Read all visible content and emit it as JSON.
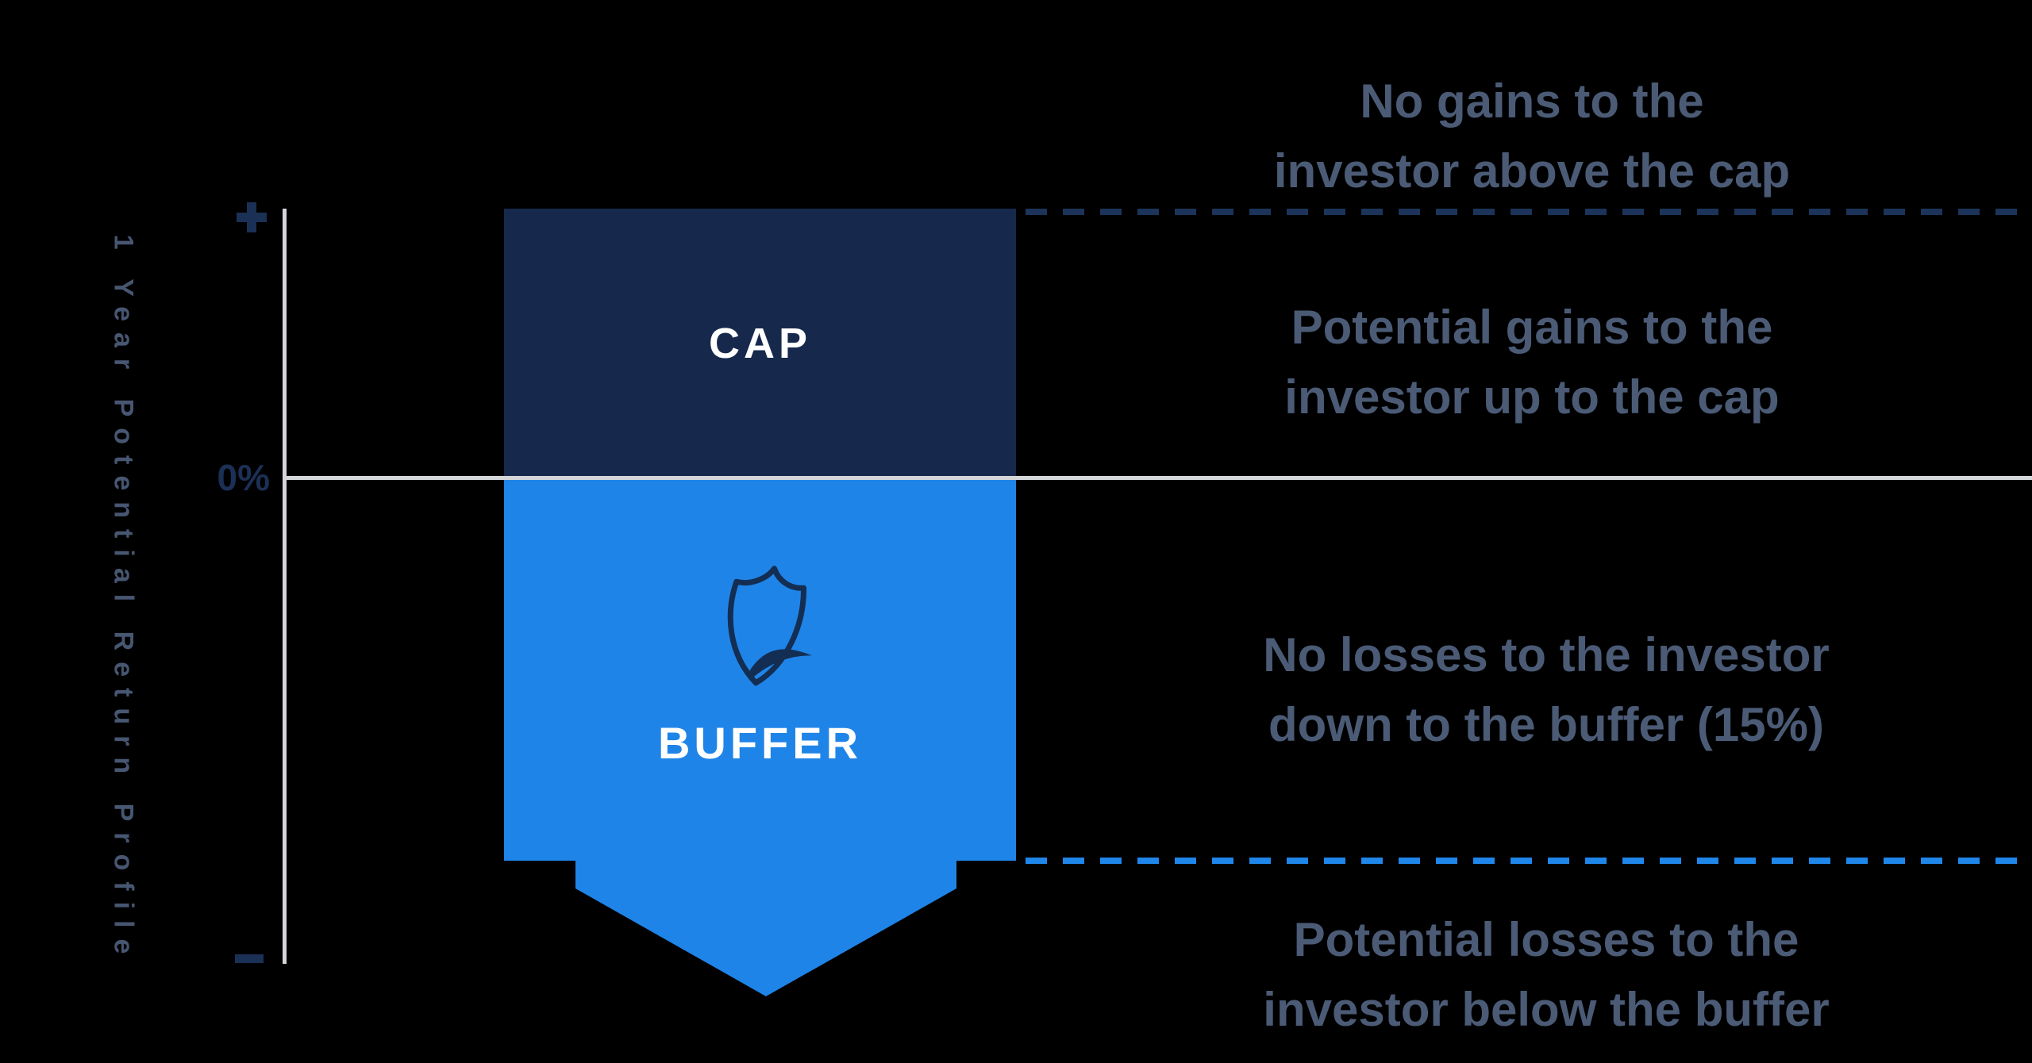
{
  "colors": {
    "background": "#000000",
    "cap_box": "#16294d",
    "buffer_box": "#1f84e8",
    "cap_dash_line": "#1c3459",
    "buffer_dash_line": "#1f86ea",
    "navy_accent": "#1b3055",
    "annotation_text": "#4b5b76",
    "axis_label_text": "#475671",
    "axis_line": "#d5d6d9",
    "box_text": "#ffffff"
  },
  "y_axis": {
    "label": "1 Year Potential Return Profile",
    "plus_label": "+",
    "zero_label": "0%",
    "minus_label": "−"
  },
  "payoff": {
    "cap_label": "CAP",
    "buffer_label": "BUFFER",
    "buffer_percent": "15%",
    "shield_icon": "shield-icon"
  },
  "annotations": {
    "no_gains": {
      "line1": "No gains to the",
      "line2": "investor above the cap"
    },
    "potential_gains": {
      "line1": "Potential gains to the",
      "line2": "investor up to the cap"
    },
    "no_losses": {
      "line1": "No losses to the investor",
      "line2": "down to the buffer (15%)"
    },
    "potential_losses": {
      "line1": "Potential losses to the",
      "line2": "investor below the buffer"
    }
  }
}
